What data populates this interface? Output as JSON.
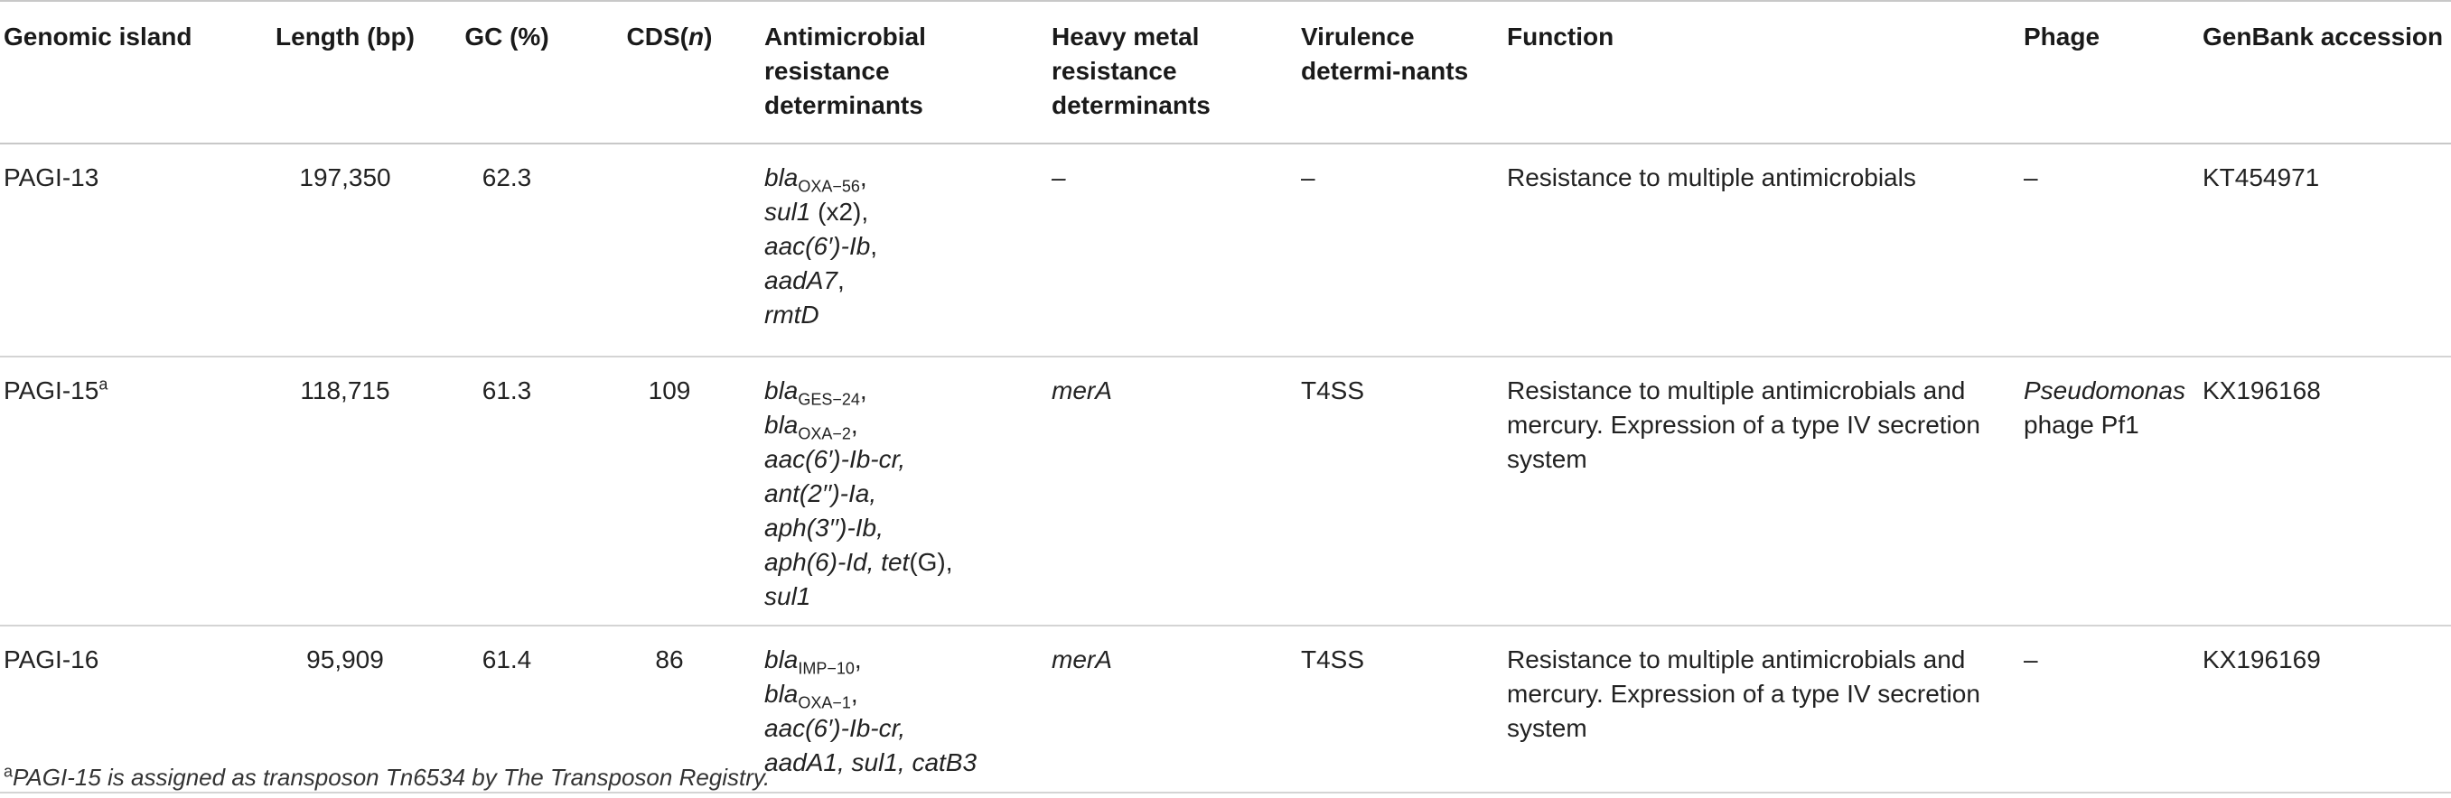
{
  "headers": [
    "Genomic island",
    "Length (bp)",
    "GC (%)",
    "CDS(",
    "n",
    ")",
    "Antimicrobial resistance determinants",
    "Heavy metal resistance determinants",
    "Virulence determi-nants",
    "Function",
    "Phage",
    "GenBank accession"
  ],
  "rows": [
    {
      "island": "PAGI-13",
      "island_sup": "",
      "length": "197,350",
      "gc": "62.3",
      "cds": "",
      "amr": [
        {
          "base": "bla",
          "sub": "OXA−56",
          "suffix": ","
        },
        {
          "base": "sul1",
          "plain": " (x2),"
        },
        {
          "base": "aac(6′)-Ib",
          "suffix": ","
        },
        {
          "base": "aadA7",
          "suffix": ","
        },
        {
          "base": "rmtD"
        }
      ],
      "heavy_metal": "–",
      "virulence": "–",
      "function": "Resistance to multiple antimicrobials",
      "phage_italic": "",
      "phage_plain": "–",
      "genbank": "KT454971"
    },
    {
      "island": "PAGI-15",
      "island_sup": "a",
      "length": "118,715",
      "gc": "61.3",
      "cds": "109",
      "amr": [
        {
          "base": "bla",
          "sub": "GES−24",
          "suffix": ","
        },
        {
          "base": "bla",
          "sub": "OXA−2",
          "suffix": ","
        },
        {
          "base": "aac(6′)-Ib-cr,"
        },
        {
          "base": "ant(2′′)-Ia,"
        },
        {
          "base": "aph(3′′)-Ib,"
        },
        {
          "base": "aph(6)-Id, tet",
          "plain": "(G),"
        },
        {
          "base": "sul1"
        }
      ],
      "heavy_metal": "merA",
      "virulence": "T4SS",
      "function": "Resistance to multiple antimicrobials and mercury. Expression of a type IV secretion system",
      "phage_italic": "Pseudomonas",
      "phage_plain": "phage Pf1",
      "genbank": "KX196168"
    },
    {
      "island": "PAGI-16",
      "island_sup": "",
      "length": "95,909",
      "gc": "61.4",
      "cds": "86",
      "amr": [
        {
          "base": "bla",
          "sub": "IMP−10",
          "suffix": ","
        },
        {
          "base": "bla",
          "sub": "OXA−1",
          "suffix": ","
        },
        {
          "base": "aac(6′)-Ib-cr,"
        },
        {
          "base": "aadA1, sul1, catB3"
        }
      ],
      "heavy_metal": "merA",
      "virulence": "T4SS",
      "function": "Resistance to multiple antimicrobials and mercury. Expression of a type IV secretion system",
      "phage_italic": "",
      "phage_plain": "–",
      "genbank": "KX196169"
    }
  ],
  "footnote_marker": "a",
  "footnote_text": "PAGI-15 is assigned as transposon Tn6534 by The Transposon Registry."
}
